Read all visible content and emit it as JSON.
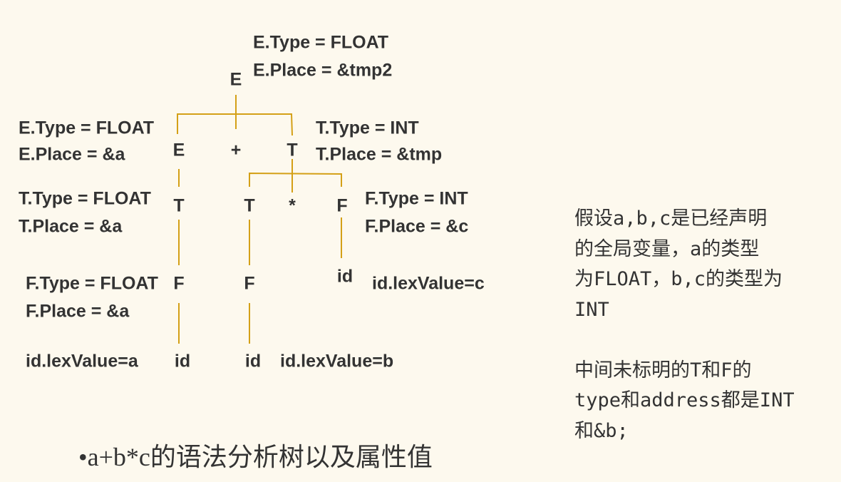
{
  "colors": {
    "background": "#fdf9ee",
    "edge": "#d4a017",
    "text": "#333333"
  },
  "tree": {
    "root": {
      "symbol": "E",
      "attrs": [
        "E.Type = FLOAT",
        "E.Place = &tmp2"
      ]
    },
    "e1": {
      "symbol": "E",
      "attrs": [
        "E.Type = FLOAT",
        "E.Place = &a"
      ]
    },
    "plus": {
      "symbol": "+"
    },
    "t1": {
      "symbol": "T",
      "attrs": [
        "T.Type = INT",
        "T.Place = &tmp"
      ]
    },
    "t2": {
      "symbol": "T",
      "attrs": [
        "T.Type = FLOAT",
        "T.Place = &a"
      ]
    },
    "t3": {
      "symbol": "T"
    },
    "star": {
      "symbol": "*"
    },
    "f1": {
      "symbol": "F",
      "attrs": [
        "F.Type = INT",
        "F.Place = &c"
      ]
    },
    "f2": {
      "symbol": "F",
      "attrs": [
        "F.Type = FLOAT",
        "F.Place = &a"
      ]
    },
    "f3": {
      "symbol": "F"
    },
    "id_c": {
      "symbol": "id",
      "attr": "id.lexValue=c"
    },
    "id_a": {
      "symbol": "id",
      "attr": "id.lexValue=a"
    },
    "id_b": {
      "symbol": "id",
      "attr": "id.lexValue=b"
    }
  },
  "note": {
    "lines": [
      "假设a,b,c是已经声明",
      "的全局变量，a的类型",
      "为FLOAT，b,c的类型为",
      "INT",
      "",
      "中间未标明的T和F的",
      "type和address都是INT",
      "和&b;"
    ]
  },
  "caption": "•a+b*c的语法分析树以及属性值"
}
